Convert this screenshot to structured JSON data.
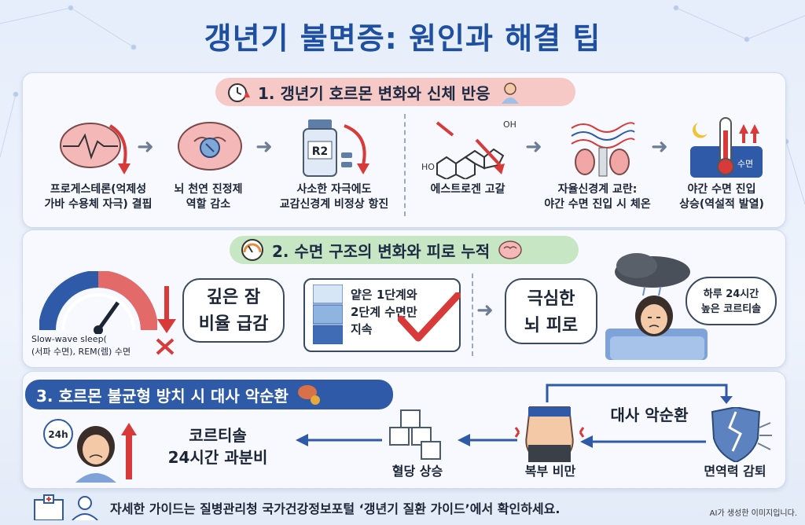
{
  "title": "갱년기 불면증: 원인과 해결 팁",
  "section1": {
    "heading": "1. 갱년기 호르몬 변화와 신체 반응",
    "items": [
      {
        "label": "프로게스테론(억제성\n가바 수용체 자극) 결핍"
      },
      {
        "label": "뇌 천연 진정제\n역할 감소"
      },
      {
        "label": "사소한 자극에도\n교감신경계 비정상 항진",
        "bottle_text": "R2"
      },
      {
        "label": "에스트로겐 고갈",
        "oh_top": "OH",
        "oh_left": "HO"
      },
      {
        "label": "자율신경계 교란:\n야간 수면 진입 시 체온"
      },
      {
        "label": "야간 수면 진입\n상승(역설적 발열)",
        "sleep_tag": "수면"
      }
    ]
  },
  "section2": {
    "heading": "2. 수면 구조의 변화와 피로 누적",
    "gauge_label": "Slow-wave sleep(\n(서파 수면), REM(렘) 수면",
    "deep_sleep": "깊은 잠\n비율 급감",
    "stage_text": "얕은 1단계와\n2단계 수면만\n지속",
    "fatigue": "극심한\n뇌 피로",
    "cortisol_bubble": "하루 24시간\n높은 코르티솔"
  },
  "section3": {
    "heading": "3. 호르몬 불균형 방치 시 대사 악순환",
    "clock_label": "24h",
    "cortisol": "코르티솔\n24시간 과분비",
    "blood_sugar": "혈당 상승",
    "belly": "복부 비만",
    "cycle": "대사 악순환",
    "immunity": "면역력 감퇴"
  },
  "footer": {
    "guide": "자세한 가이드는 질병관리청 국가건강정보포털 ‘갱년기 질환 가이드’에서 확인하세요.",
    "ai_note": "AI가 생성한 이미지입니다."
  },
  "colors": {
    "title": "#1f4fa0",
    "section1_pill": "#f6c9c6",
    "section2_pill": "#c7e6c4",
    "section3_pill": "#2f5aa8",
    "accent_red": "#d83a3a"
  }
}
